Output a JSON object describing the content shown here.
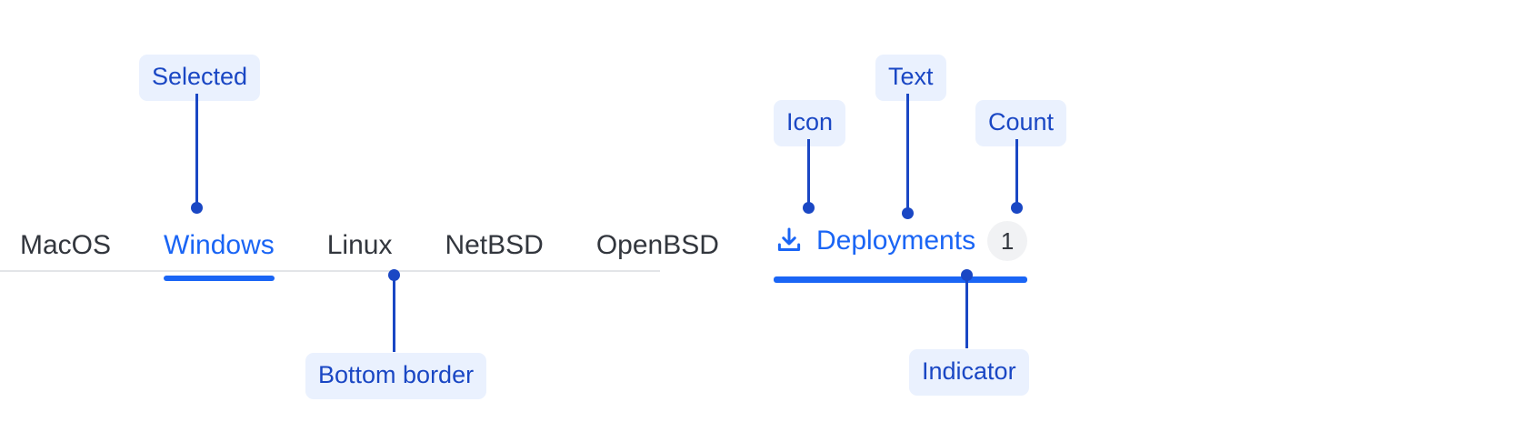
{
  "theme": {
    "accent_blue": "#1a65f5",
    "annotation_blue": "#1a47c4",
    "annotation_chip_bg": "#eaf1fe",
    "tab_text": "#32363d",
    "border_gray": "#e3e5e8",
    "badge_bg": "#f1f2f4",
    "page_bg": "#ffffff"
  },
  "left_example": {
    "tabs": [
      {
        "label": "MacOS",
        "selected": false
      },
      {
        "label": "Windows",
        "selected": true
      },
      {
        "label": "Linux",
        "selected": false
      },
      {
        "label": "NetBSD",
        "selected": false
      },
      {
        "label": "OpenBSD",
        "selected": false
      }
    ],
    "annotations": [
      {
        "label": "Selected"
      },
      {
        "label": "Bottom border"
      }
    ]
  },
  "right_example": {
    "tab": {
      "icon": "download-icon",
      "label": "Deployments",
      "count": "1",
      "selected": true
    },
    "annotations": [
      {
        "label": "Icon"
      },
      {
        "label": "Text"
      },
      {
        "label": "Count"
      },
      {
        "label": "Indicator"
      }
    ]
  }
}
